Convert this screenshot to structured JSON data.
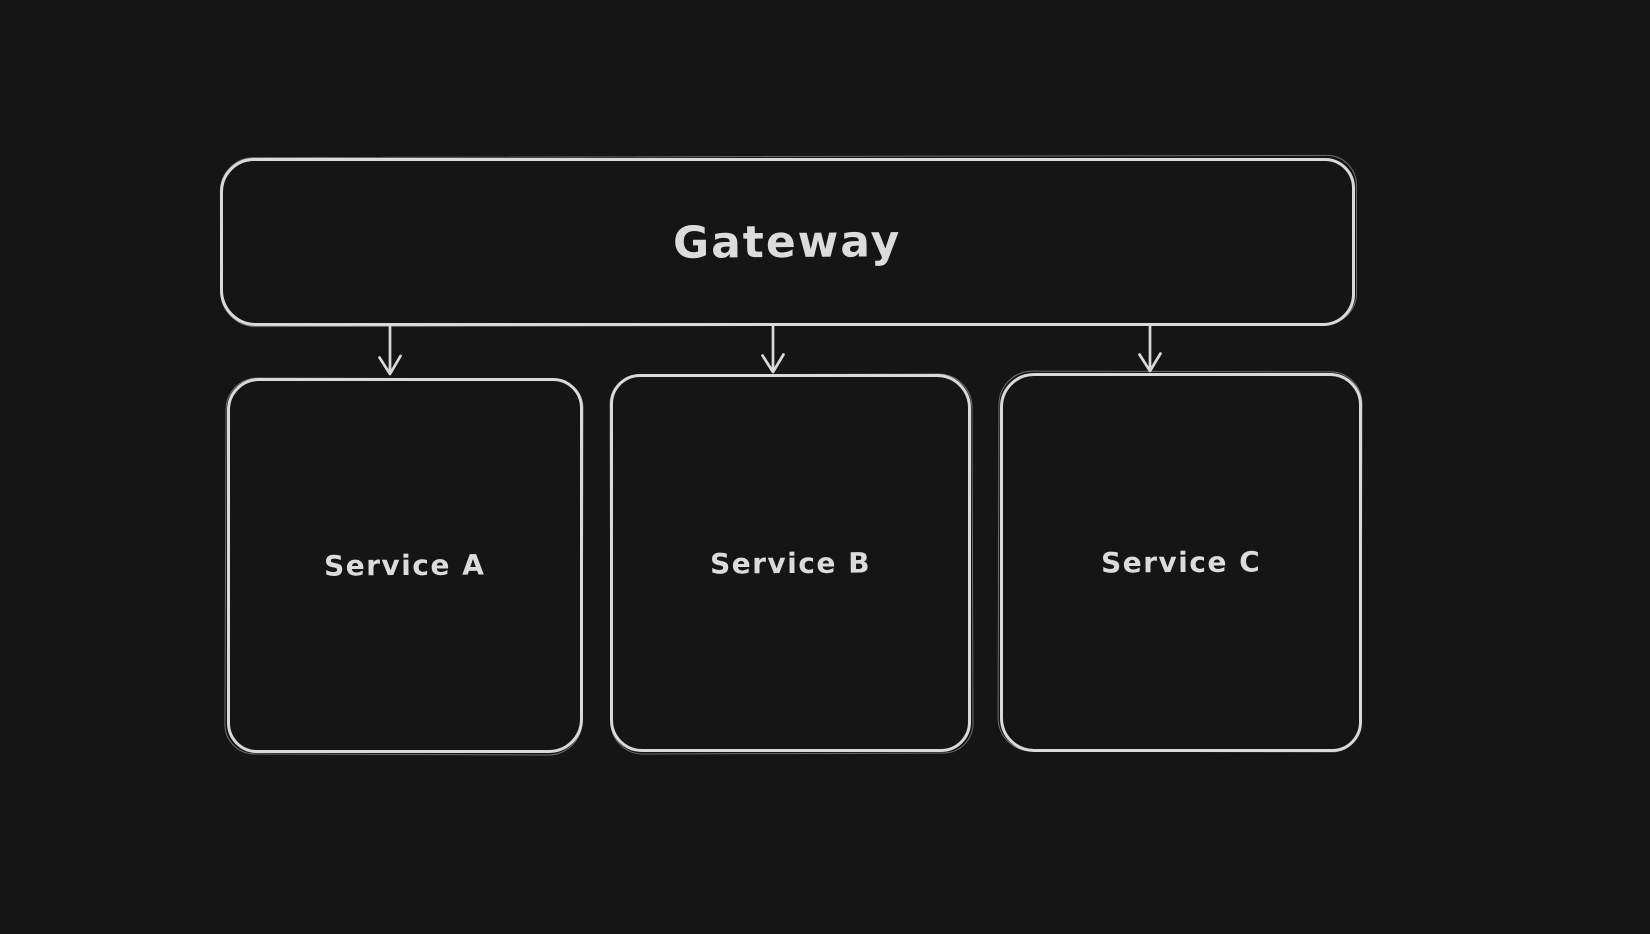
{
  "canvas": {
    "background_color": "#151515",
    "stroke_color": "#d9d9d9",
    "text_color": "#dcdcdc",
    "style": "excalidraw-hand-drawn-dark"
  },
  "diagram": {
    "nodes": [
      {
        "id": "gateway",
        "label": "Gateway",
        "shape": "rounded-rectangle"
      },
      {
        "id": "service-a",
        "label": "Service A",
        "shape": "rounded-rectangle"
      },
      {
        "id": "service-b",
        "label": "Service B",
        "shape": "rounded-rectangle"
      },
      {
        "id": "service-c",
        "label": "Service C",
        "shape": "rounded-rectangle"
      }
    ],
    "edges": [
      {
        "from": "gateway",
        "to": "service-a",
        "type": "arrow",
        "direction": "down"
      },
      {
        "from": "gateway",
        "to": "service-b",
        "type": "arrow",
        "direction": "down"
      },
      {
        "from": "gateway",
        "to": "service-c",
        "type": "arrow",
        "direction": "down"
      }
    ]
  }
}
